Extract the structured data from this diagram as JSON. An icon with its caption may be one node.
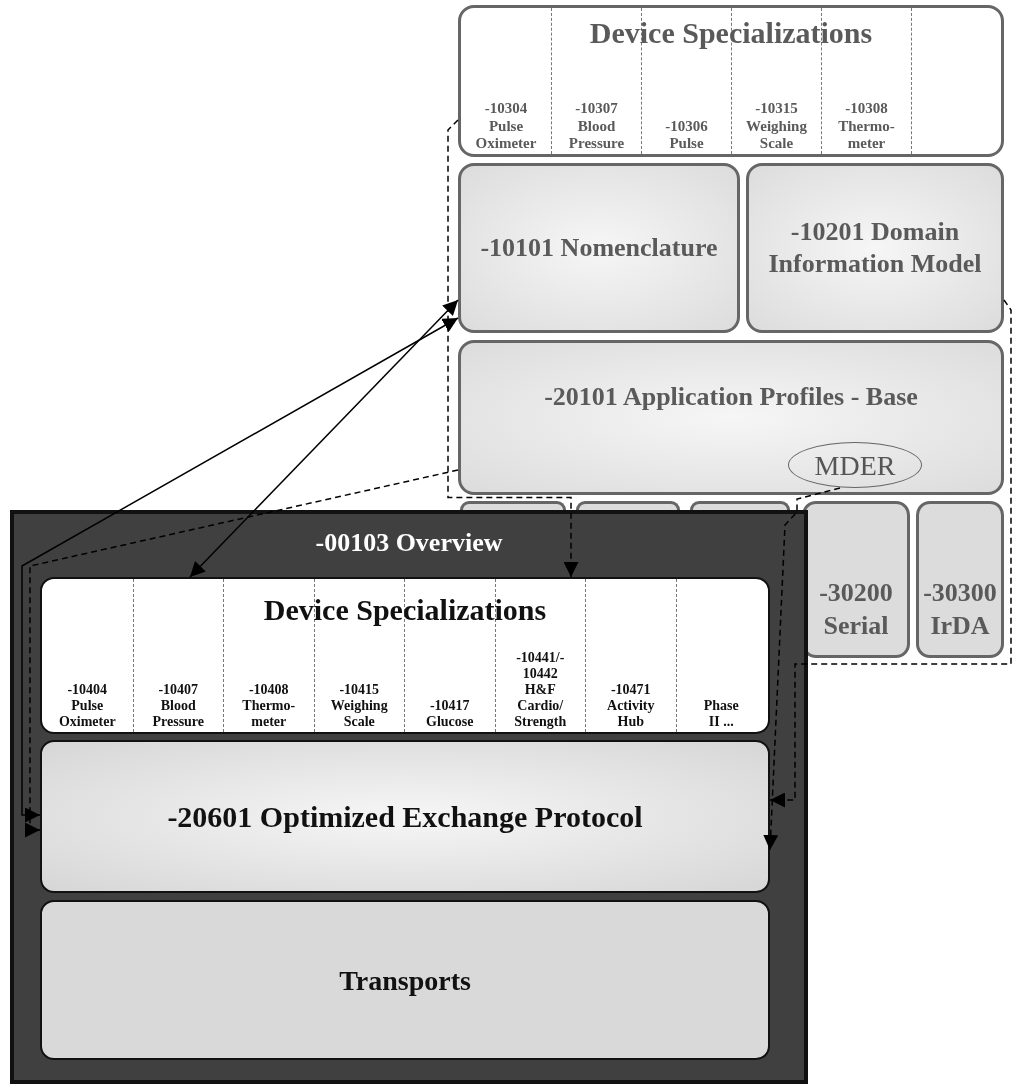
{
  "diagram": {
    "nodes": [
      {
        "text": [
          "Device Specializations",
          "-10304 Pulse Oximeter",
          "-10307 Blood Pressure",
          "-10306 Pulse",
          "-10315 Weighing Scale",
          "-10308 Thermo- meter"
        ]
      },
      {
        "text": [
          "-10101 Nomenclature"
        ]
      },
      {
        "text": [
          "-10201 Domain Information Model"
        ]
      },
      {
        "text": [
          "-20101 Application Profiles - Base"
        ]
      },
      {
        "text": [
          "MDER"
        ],
        "in": 3
      },
      {
        "text": [],
        "shape": "box"
      },
      {
        "text": [],
        "shape": "box"
      },
      {
        "text": [],
        "shape": "box"
      },
      {
        "text": [
          "-30200 Serial"
        ]
      },
      {
        "text": [
          "-30300 IrDA"
        ]
      },
      {
        "text": [
          "-00103 Overview"
        ]
      },
      {
        "text": [
          "Device Specializations",
          "-10404 Pulse Oximeter",
          "-10407 Blood Pressure",
          "-10408 Thermo- meter",
          "-10415 Weighing Scale",
          "-10417 Glucose",
          "-10441/- 10442 H&F Cardio/ Strength",
          "-10471 Activity Hub",
          "Phase II ..."
        ],
        "in": 10
      },
      {
        "text": [
          "-20601 Optimized Exchange Protocol"
        ],
        "in": 10
      },
      {
        "text": [
          "Transports"
        ],
        "in": 10
      }
    ],
    "edges": [
      {
        "from": 1,
        "to": 11,
        "arrow": "both"
      },
      {
        "from": 1,
        "to": 12,
        "arrow": "both"
      },
      {
        "from": 0,
        "to": 11,
        "arrow": "to",
        "style": "dashed"
      },
      {
        "from": 3,
        "to": 12,
        "arrow": "to",
        "style": "dashed"
      },
      {
        "from": 2,
        "to": 12,
        "arrow": "to",
        "style": "dashed"
      },
      {
        "from": 4,
        "to": 12,
        "arrow": "to",
        "style": "dashed"
      }
    ]
  }
}
